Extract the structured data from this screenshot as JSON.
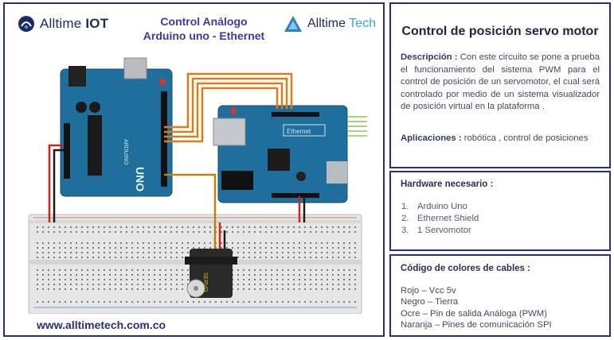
{
  "header": {
    "brand_left": {
      "prefix": "Alltime ",
      "bold": "IOT"
    },
    "title_line1": "Control Análogo",
    "title_line2": "Arduino uno - Ethernet",
    "brand_right": {
      "prefix": "Alltime ",
      "accent": "Tech"
    }
  },
  "website": "www.alltimetech.com.co",
  "diagram": {
    "uno_label": "UNO",
    "arduino_label": "ARDUINO",
    "ethernet_label": "Ethernet",
    "servo_label": "SERVO"
  },
  "info": {
    "title": "Control de posición servo motor",
    "description_label": "Descripción :",
    "description_text": "Con este circuito se pone a prueba el funcionamiento del sistema  PWM para el control de posición de un servomotor, el cual será controlado por medio de un sistema visualizador de posición virtual en la plataforma .",
    "applications_label": "Aplicaciones :",
    "applications_text": "robótica , control de posiciones"
  },
  "hardware": {
    "title": "Hardware necesario :",
    "items": [
      {
        "num": "1.",
        "text": "Arduino Uno"
      },
      {
        "num": "2.",
        "text": "Ethernet Shield"
      },
      {
        "num": "3.",
        "text": "1 Servomotor"
      }
    ]
  },
  "cable_colors": {
    "title": "Código de colores de cables :",
    "items": [
      "Rojo – Vcc 5v",
      "Negro – Tierra",
      "Ocre – Pin de salida Análoga (PWM)",
      "Naranja – Pines de comunicación SPI"
    ]
  },
  "colors": {
    "frame": "#2a2f7a",
    "board": "#1f6e9c",
    "wire_red": "#c8261d",
    "wire_black": "#1a1a1a",
    "wire_ocre": "#b8860b",
    "wire_orange": "#e07b1a"
  }
}
